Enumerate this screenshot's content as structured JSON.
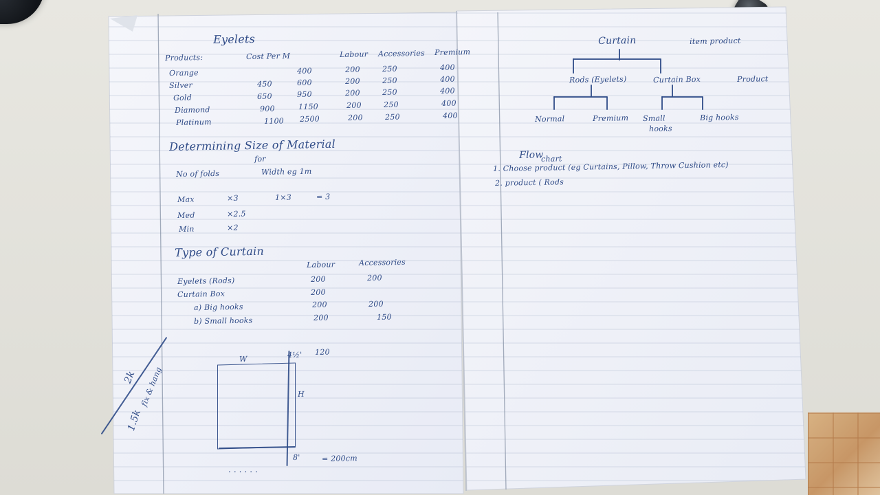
{
  "left_page": {
    "title": "Eyelets",
    "table": {
      "headers": [
        "Products:",
        "Cost Per M",
        "Labour",
        "Accessories",
        "Premium"
      ],
      "rows": [
        [
          "Orange",
          "",
          "400",
          "200",
          "250",
          "400"
        ],
        [
          "Silver",
          "450",
          "600",
          "200",
          "250",
          "400"
        ],
        [
          "Gold",
          "650",
          "950",
          "200",
          "250",
          "400"
        ],
        [
          "Diamond",
          "900",
          "1150",
          "200",
          "250",
          "400"
        ],
        [
          "Platinum",
          "1100",
          "2500",
          "200",
          "250",
          "400"
        ]
      ]
    },
    "section2_title": "Determining Size of Material",
    "section2_sub": "for",
    "row_fold": "No of folds",
    "row_width": "Width eg 1m",
    "max_label": "Max",
    "max_mult": "×3",
    "max_eq": "1×3",
    "max_res": "= 3",
    "med_label": "Med",
    "med_mult": "×2.5",
    "min_label": "Min",
    "min_mult": "×2",
    "section3_title": "Type of Curtain",
    "col_labour": "Labour",
    "col_access": "Accessories",
    "type_rows": [
      [
        "Eyelets (Rods)",
        "200",
        "200"
      ],
      [
        "Curtain Box",
        "200",
        ""
      ],
      [
        "a) Big hooks",
        "200",
        "200"
      ],
      [
        "b) Small hooks",
        "200",
        "150"
      ]
    ],
    "sketch_w": "W",
    "sketch_h": "H",
    "sketch_top": "4½'",
    "sketch_top2": "120",
    "sketch_bottom": "8'",
    "sketch_bottom2": "= 200cm",
    "side_note1": "2k",
    "side_note2": "1.5k",
    "side_note3": "fix & hang"
  },
  "right_page": {
    "tree_root": "Curtain",
    "tree_root2": "item product",
    "tree_left": "Rods (Eyelets)",
    "tree_right": "Curtain Box",
    "tree_right2": "Product",
    "leaf1": "Normal",
    "leaf2": "Premium",
    "leaf3": "Small",
    "leaf3b": "hooks",
    "leaf4": "Big hooks",
    "flow_title": "Flow",
    "flow_title2": "chart",
    "flow1": "1. Choose product (eg Curtains, Pillow, Throw Cushion etc)",
    "flow2": "2. product ( Rods"
  }
}
